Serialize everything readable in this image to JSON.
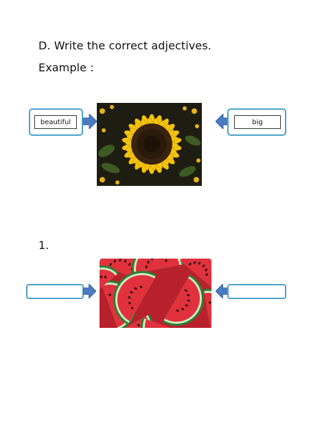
{
  "worksheet": {
    "instruction": "D. Write the correct adjectives.",
    "example_label": "Example :",
    "example": {
      "left_adjective": "beautiful",
      "right_adjective": "big",
      "image_subject": "sunflower"
    },
    "question_1": {
      "number": "1.",
      "left_adjective": "",
      "right_adjective": "",
      "image_subject": "watermelon slices"
    }
  },
  "colors": {
    "callout_border": "#4aa3c8",
    "arrow_fill": "#4a7ac0"
  }
}
